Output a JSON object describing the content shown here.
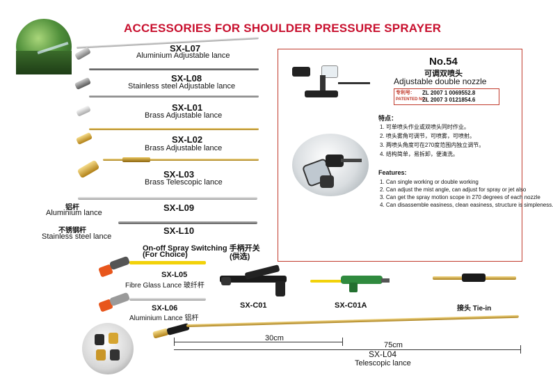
{
  "title": "ACCESSORIES FOR SHOULDER PRESSURE SPRAYER",
  "lances": [
    {
      "code": "SX-L07",
      "name": "Aluminium Adjustable lance"
    },
    {
      "code": "SX-L08",
      "name": "Stainless steel Adjustable lance"
    },
    {
      "code": "SX-L01",
      "name": "Brass Adjustable lance"
    },
    {
      "code": "SX-L02",
      "name": "Brass Adjustable lance"
    },
    {
      "code": "SX-L03",
      "name": "Brass Telescopic lance"
    },
    {
      "code": "SX-L09",
      "name_cn": "铝杆",
      "name": "Aluminium lance"
    },
    {
      "code": "SX-L10",
      "name_cn": "不锈钢杆",
      "name": "Stainless steel lance"
    }
  ],
  "nozzle": {
    "number": "No.54",
    "name_cn": "可调双喷头",
    "name": "Adjustable double nozzle",
    "patent_label_cn": "专利号:",
    "patent_label_en": "PATENTED NO.:",
    "patent_lines": [
      "ZL 2007  1  0069552.8",
      "ZL 2007  3  0121854.6"
    ],
    "features_cn_title": "特点：",
    "features_cn": [
      "1. 可单喷头作业或双喷头同时作业。",
      "2. 喷头雾角可调节，可喷雾，可喷射。",
      "3. 两喷头角度可在270度范围内独立调节。",
      "4. 结构简单，易拆卸，便清洗。"
    ],
    "features_title": "Features:",
    "features": [
      "1. Can single working or double working",
      "2. Can adjust the mist angle, can adjust for spray or jet also",
      "3. Can get the spray motion scope in 270 degrees of each nozzle",
      "4. Can disassemble easiness, clean easiness, structure is simpleness."
    ]
  },
  "switching": {
    "line1": "On-off Spray Switching 手柄开关",
    "line2_left": "(For Choice)",
    "line2_right": "(供选)"
  },
  "bottom_items": [
    {
      "code": "SX-L05",
      "name": "Fibre Glass Lance 玻纤杆"
    },
    {
      "code": "SX-L06",
      "name": "Aluminium Lance 铝杆"
    },
    {
      "code": "SX-C01"
    },
    {
      "code": "SX-C01A"
    },
    {
      "code": "",
      "name": "接头 Tie-in"
    }
  ],
  "telescopic": {
    "dim_short": "30cm",
    "dim_long": "75cm",
    "code": "SX-L04",
    "name": "Telescopic lance"
  }
}
